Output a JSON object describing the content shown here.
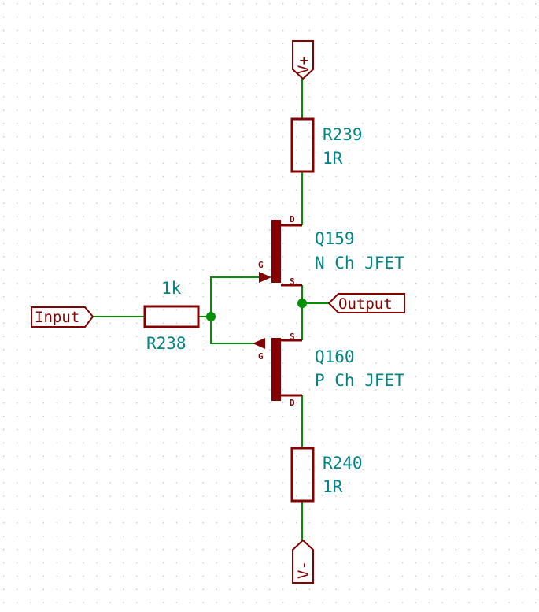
{
  "colors": {
    "wire": "#009000",
    "component": "#840000",
    "label_text": "#008484",
    "grid_dot": "#c8c8c8",
    "background": "#ffffff"
  },
  "ports": {
    "input": "Input",
    "output": "Output",
    "vplus": "V+",
    "vminus": "V-"
  },
  "components": {
    "r238": {
      "ref": "R238",
      "value": "1k"
    },
    "r239": {
      "ref": "R239",
      "value": "1R"
    },
    "r240": {
      "ref": "R240",
      "value": "1R"
    },
    "q159": {
      "ref": "Q159",
      "value": "N Ch JFET",
      "pins": {
        "drain": "D",
        "gate": "G",
        "source": "S"
      }
    },
    "q160": {
      "ref": "Q160",
      "value": "P Ch JFET",
      "pins": {
        "drain": "D",
        "gate": "G",
        "source": "S"
      }
    }
  }
}
